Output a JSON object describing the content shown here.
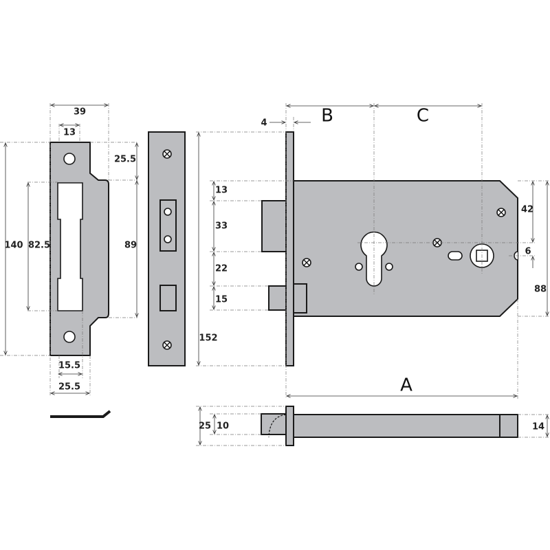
{
  "strike_plate": {
    "width": "39",
    "hole_offset": "13",
    "top_offset": "25.5",
    "height": "140",
    "slot_height": "82.5",
    "lip_height": "89",
    "slot_width": "15.5",
    "bottom_width": "25.5"
  },
  "lock_case": {
    "faceplate_thickness": "4",
    "backset": "B",
    "centres": "C",
    "case_depth": "A",
    "latch_top": "13",
    "latch_height": "33",
    "gap": "22",
    "bolt_height": "15",
    "faceplate_height": "152",
    "top_to_cylinder": "42",
    "spindle_offset": "6",
    "case_height": "88"
  },
  "side_view": {
    "faceplate_width": "25",
    "bolt_width": "10",
    "case_width": "14"
  }
}
